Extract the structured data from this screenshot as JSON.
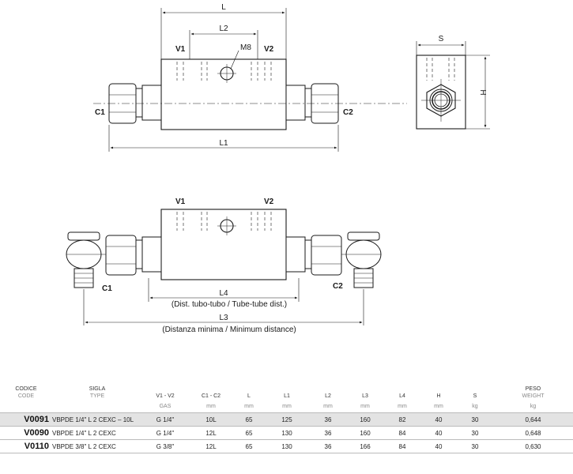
{
  "drawing": {
    "top_view": {
      "dim_L": "L",
      "dim_L2": "L2",
      "dim_L1": "L1",
      "thread": "M8",
      "port_V1": "V1",
      "port_V2": "V2",
      "port_C1": "C1",
      "port_C2": "C2"
    },
    "side_view": {
      "dim_S": "S",
      "dim_H": "H"
    },
    "bottom_view": {
      "port_V1": "V1",
      "port_V2": "V2",
      "port_C1": "C1",
      "port_C2": "C2",
      "dim_L4": "L4",
      "dim_L4_note": "(Dist. tubo-tubo / Tube-tube dist.)",
      "dim_L3": "L3",
      "dim_L3_note": "(Distanza minima / Minimum distance)"
    }
  },
  "table": {
    "headers": [
      {
        "it": "CODICE",
        "en": "CODE"
      },
      {
        "it": "SIGLA",
        "en": "TYPE"
      },
      {
        "it": "V1 - V2",
        "en": ""
      },
      {
        "it": "C1 - C2",
        "en": ""
      },
      {
        "it": "L",
        "en": ""
      },
      {
        "it": "L1",
        "en": ""
      },
      {
        "it": "L2",
        "en": ""
      },
      {
        "it": "L3",
        "en": ""
      },
      {
        "it": "L4",
        "en": ""
      },
      {
        "it": "H",
        "en": ""
      },
      {
        "it": "S",
        "en": ""
      },
      {
        "it": "PESO",
        "en": "WEIGHT"
      }
    ],
    "units": [
      "",
      "",
      "GAS",
      "mm",
      "mm",
      "mm",
      "mm",
      "mm",
      "mm",
      "mm",
      "kg",
      "kg"
    ],
    "rows": [
      {
        "code": "V0091",
        "type": "VBPDE 1/4\" L 2 CEXC – 10L",
        "v": "G 1/4\"",
        "c": "10L",
        "L": "65",
        "L1": "125",
        "L2": "36",
        "L3": "160",
        "L4": "82",
        "H": "40",
        "S": "30",
        "w": "0,644"
      },
      {
        "code": "V0090",
        "type": "VBPDE 1/4\" L 2 CEXC",
        "v": "G 1/4\"",
        "c": "12L",
        "L": "65",
        "L1": "130",
        "L2": "36",
        "L3": "160",
        "L4": "84",
        "H": "40",
        "S": "30",
        "w": "0,648"
      },
      {
        "code": "V0110",
        "type": "VBPDE 3/8\" L 2 CEXC",
        "v": "G 3/8\"",
        "c": "12L",
        "L": "65",
        "L1": "130",
        "L2": "36",
        "L3": "166",
        "L4": "84",
        "H": "40",
        "S": "30",
        "w": "0,630"
      }
    ]
  }
}
